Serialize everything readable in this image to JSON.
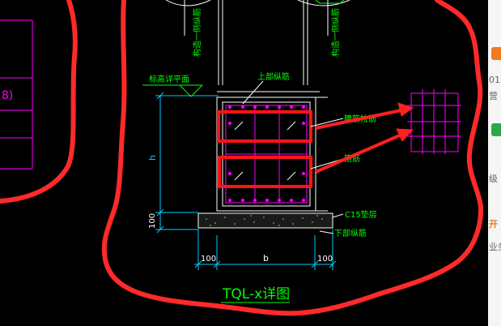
{
  "drawing": {
    "title": "TQL-x详图",
    "labels": {
      "stud_left": "构造一侧纵筋",
      "stud_right": "构造一侧纵筋",
      "elevation": "标高详平面",
      "top_bars": "上部纵筋",
      "waist_bars": "腰筋拉筋",
      "stirrup": "箍筋",
      "cushion": "C15垫层",
      "bottom_bars": "下部纵筋",
      "h": "h",
      "dim_100_v": "100",
      "dim_100_left": "100",
      "dim_b": "b",
      "dim_100_right": "100",
      "left_panel_char": "8)"
    }
  },
  "side_panel": {
    "frag_01": "01",
    "frag_ying": "营",
    "frag_ji": "级",
    "frag_kai": "开",
    "frag_ye": "业务"
  },
  "colors": {
    "background": "#000000",
    "cloud_outline": "#ff2a2a",
    "highlight_box": "#ff1414",
    "beam_outline": "#ffffff",
    "rebar": "#ff00ff",
    "label_green": "#00ff00",
    "dimension": "#00ccff",
    "arrow": "#ff2020",
    "side_orange": "#f07a20",
    "side_green": "#2aa84a"
  }
}
